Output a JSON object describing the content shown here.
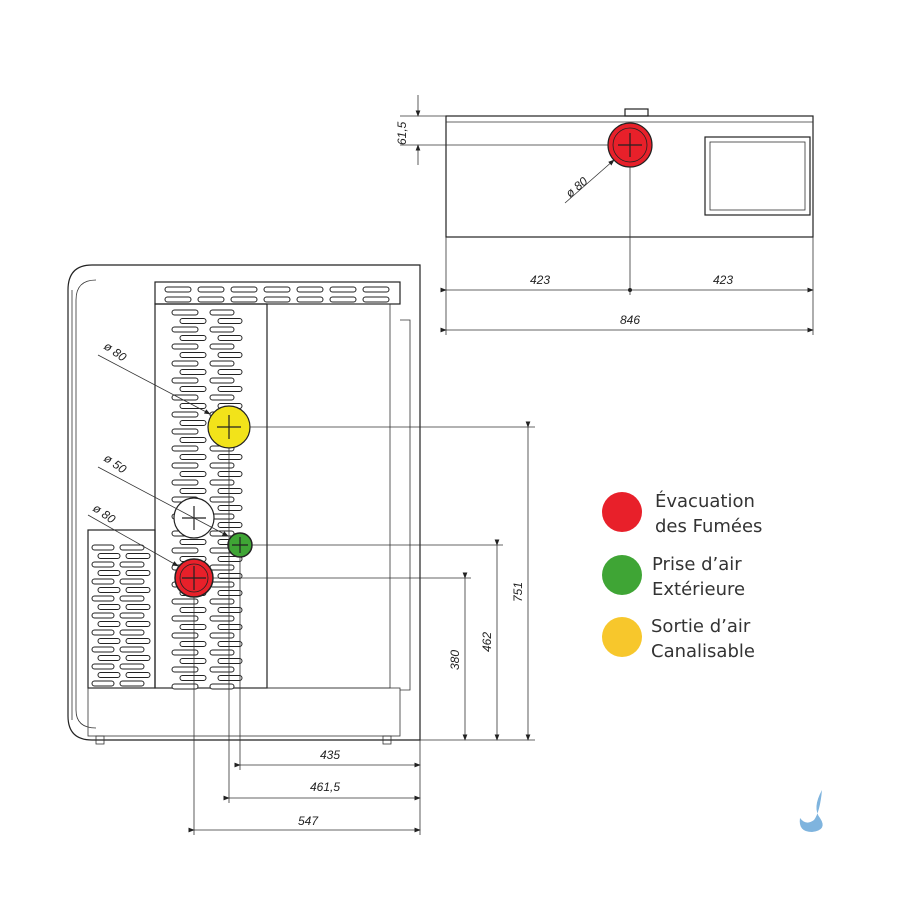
{
  "colors": {
    "red": "#e8202a",
    "green": "#3fa535",
    "yellow": "#f2e31a",
    "legend_yellow": "#f7c72c",
    "logo": "#7fb4de"
  },
  "top_view": {
    "dim_height": "61,5",
    "dim_diameter": "ø 80",
    "dim_half_left": "423",
    "dim_half_right": "423",
    "dim_width": "846"
  },
  "front_view": {
    "dia_yellow": "ø 80",
    "dia_green": "ø 50",
    "dia_red": "ø 80",
    "dim_751": "751",
    "dim_462": "462",
    "dim_380": "380",
    "dim_435": "435",
    "dim_461_5": "461,5",
    "dim_547": "547"
  },
  "legend": [
    {
      "line1": "Évacuation",
      "line2": "des Fumées",
      "color": "#e8202a"
    },
    {
      "line1": "Prise d’air",
      "line2": "Extérieure",
      "color": "#3fa535"
    },
    {
      "line1": "Sortie d’air",
      "line2": "Canalisable",
      "color": "#f7c72c"
    }
  ]
}
